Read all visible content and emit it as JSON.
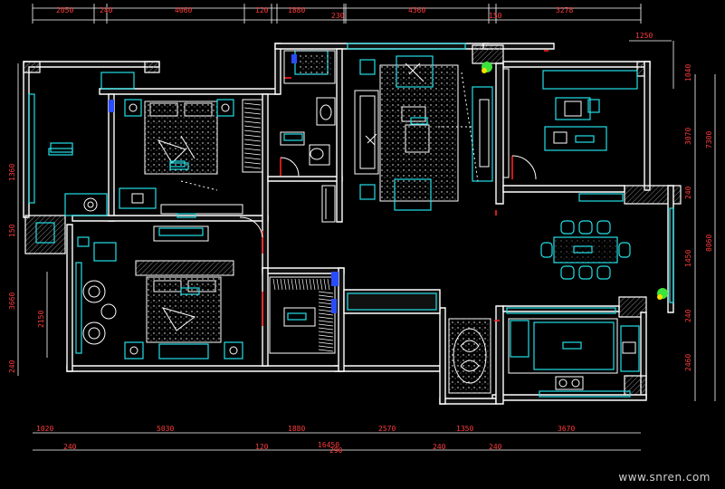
{
  "dimensions": {
    "top": [
      "2050",
      "240",
      "4060",
      "120",
      "1880",
      "230",
      "4360",
      "150",
      "3278"
    ],
    "top_right": "1250",
    "right_upper": "1040",
    "right_inner": [
      "3070",
      "240",
      "1450",
      "240",
      "2460"
    ],
    "right_outer": [
      "7300",
      "8060"
    ],
    "left": [
      "1360",
      "150",
      "3660",
      "2150",
      "240"
    ],
    "bottom": [
      "1020",
      "5030",
      "1880",
      "2570",
      "1350",
      "3670"
    ],
    "bottom_second": [
      "240",
      "120",
      "240",
      "240"
    ],
    "bottom_total": "16450",
    "bottom_small": "290"
  },
  "colors": {
    "background": "#000000",
    "furniture": "#22e0e8",
    "dimension_text": "#ff3b3b",
    "walls": "#ffffff",
    "doors": "#ff2020"
  },
  "watermark": "www.snren.com"
}
